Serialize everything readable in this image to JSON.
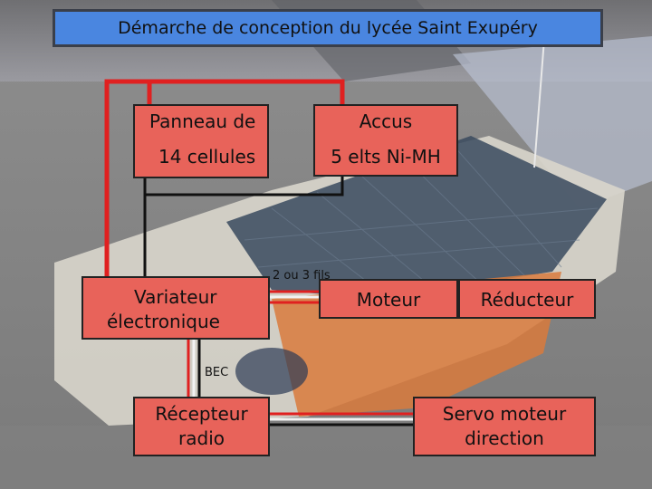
{
  "title": "Démarche de conception du lycée Saint Exupéry",
  "colors": {
    "title_bg": "#4a86e0",
    "box_fill": "#e8635a",
    "wire_red": "#e02020",
    "wire_black": "#111111",
    "wire_white": "#f2f2f2"
  },
  "boxes": {
    "panneau": {
      "line1": "Panneau de",
      "line2": "14 cellules"
    },
    "accus": {
      "line1": "Accus",
      "line2": "5 elts Ni-MH"
    },
    "variateur": {
      "line1": "Variateur",
      "line2": "électronique"
    },
    "moteur": {
      "line1": "Moteur"
    },
    "reducteur": {
      "line1": "Réducteur"
    },
    "recepteur": {
      "line1": "Récepteur",
      "line2": "radio"
    },
    "servo": {
      "line1": "Servo moteur",
      "line2": "direction"
    }
  },
  "labels": {
    "fils": "2 ou 3 fils",
    "bec": "BEC"
  }
}
